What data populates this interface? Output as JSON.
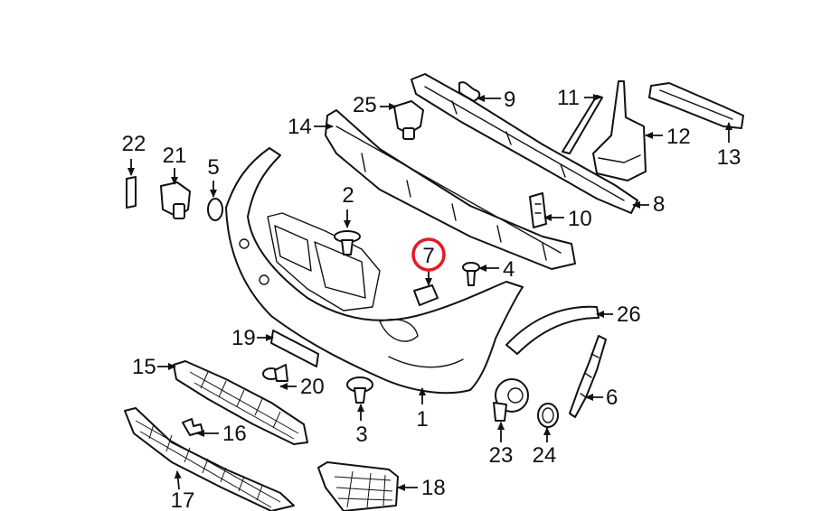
{
  "diagram": {
    "highlight_color": "#e31b23",
    "callouts": [
      {
        "id": "c1",
        "text": "1"
      },
      {
        "id": "c2",
        "text": "2"
      },
      {
        "id": "c3",
        "text": "3"
      },
      {
        "id": "c4",
        "text": "4"
      },
      {
        "id": "c5",
        "text": "5"
      },
      {
        "id": "c6",
        "text": "6"
      },
      {
        "id": "c7",
        "text": "7"
      },
      {
        "id": "c8",
        "text": "8"
      },
      {
        "id": "c9",
        "text": "9"
      },
      {
        "id": "c10",
        "text": "10"
      },
      {
        "id": "c11",
        "text": "11"
      },
      {
        "id": "c12",
        "text": "12"
      },
      {
        "id": "c13",
        "text": "13"
      },
      {
        "id": "c14",
        "text": "14"
      },
      {
        "id": "c15",
        "text": "15"
      },
      {
        "id": "c16",
        "text": "16"
      },
      {
        "id": "c17",
        "text": "17"
      },
      {
        "id": "c18",
        "text": "18"
      },
      {
        "id": "c19",
        "text": "19"
      },
      {
        "id": "c20",
        "text": "20"
      },
      {
        "id": "c21",
        "text": "21"
      },
      {
        "id": "c22",
        "text": "22"
      },
      {
        "id": "c23",
        "text": "23"
      },
      {
        "id": "c24",
        "text": "24"
      },
      {
        "id": "c25",
        "text": "25"
      },
      {
        "id": "c26",
        "text": "26"
      }
    ],
    "highlighted_callout": "7"
  }
}
